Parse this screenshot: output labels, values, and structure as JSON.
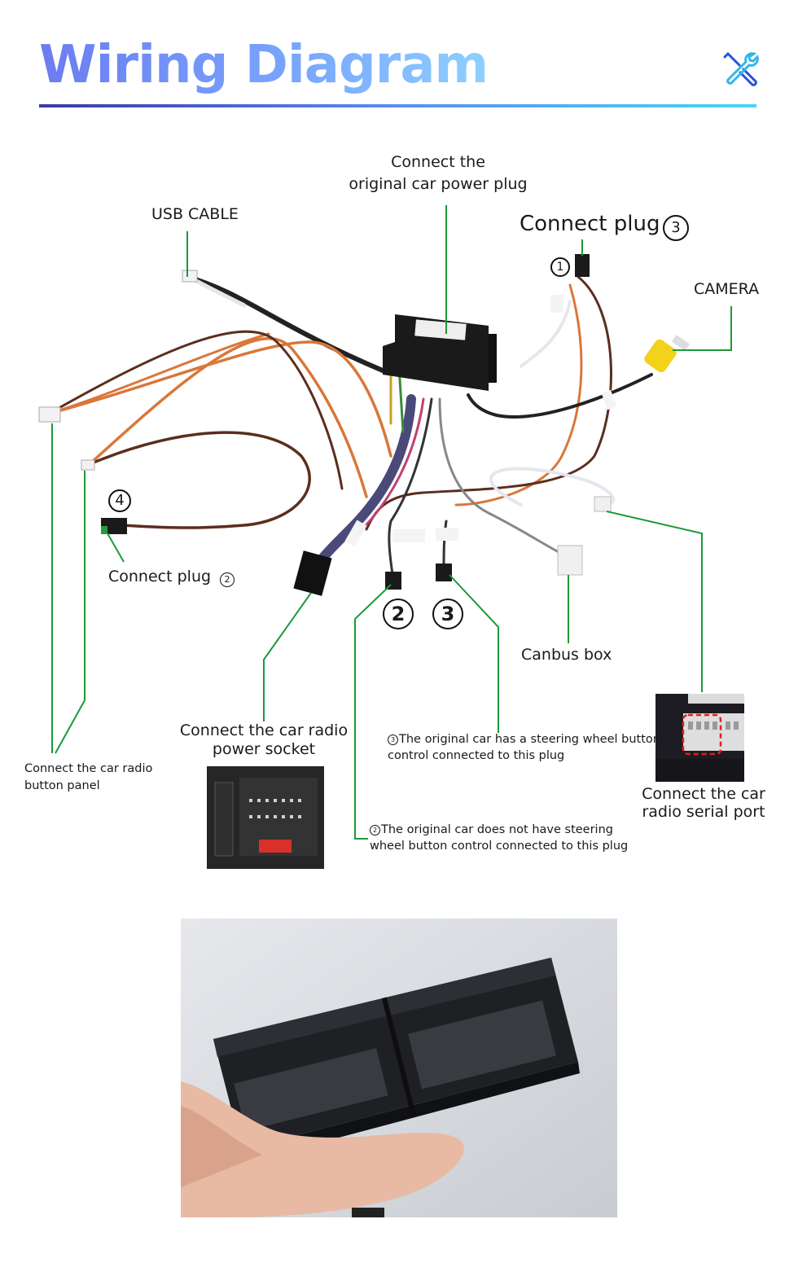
{
  "header": {
    "title": "Wiring Diagram",
    "icon": "tools-icon"
  },
  "colors": {
    "title_gradient_start": "#6b7cf0",
    "title_gradient_end": "#8fd0ff",
    "divider_start": "#3b38a8",
    "divider_end": "#49d6f2",
    "callout_line": "#1a9a3a",
    "wire_orange": "#d9773a",
    "wire_brown": "#5a2e1e",
    "wire_black": "#222222",
    "wire_white": "#e6e6ee"
  },
  "labels": {
    "power_plug": [
      "Connect the",
      "original car power plug"
    ],
    "usb_cable": "USB CABLE",
    "connect_plug_3": "Connect plug",
    "connect_plug_3_num": "3",
    "camera": "CAMERA",
    "plug_1_num": "1",
    "plug_4_num": "4",
    "connect_plug_2": "Connect plug",
    "connect_plug_2_num": "2",
    "num_2": "2",
    "num_3": "3",
    "canbus_box": "Canbus box",
    "radio_power_socket": [
      "Connect the car radio",
      "power socket"
    ],
    "steering_with": [
      "The original car has a steering wheel button",
      "control connected to this plug"
    ],
    "steering_with_num": "3",
    "steering_without": [
      "The original car does not have steering",
      "wheel button control connected to this plug"
    ],
    "steering_without_num": "2",
    "button_panel": [
      "Connect the car radio",
      "button panel"
    ],
    "serial_port": [
      "Connect the car",
      "radio  serial port"
    ]
  }
}
